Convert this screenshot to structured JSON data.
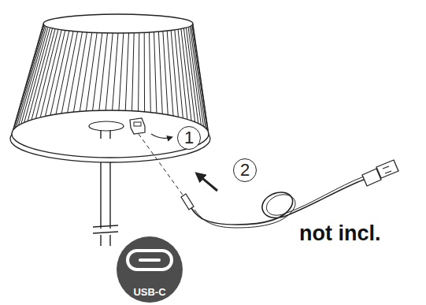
{
  "diagram": {
    "nodes": [
      {
        "text": [
          "1"
        ]
      },
      {
        "text": [
          "2"
        ]
      },
      {
        "text": [
          "USB-C"
        ]
      }
    ],
    "labels": [
      "not incl."
    ]
  }
}
